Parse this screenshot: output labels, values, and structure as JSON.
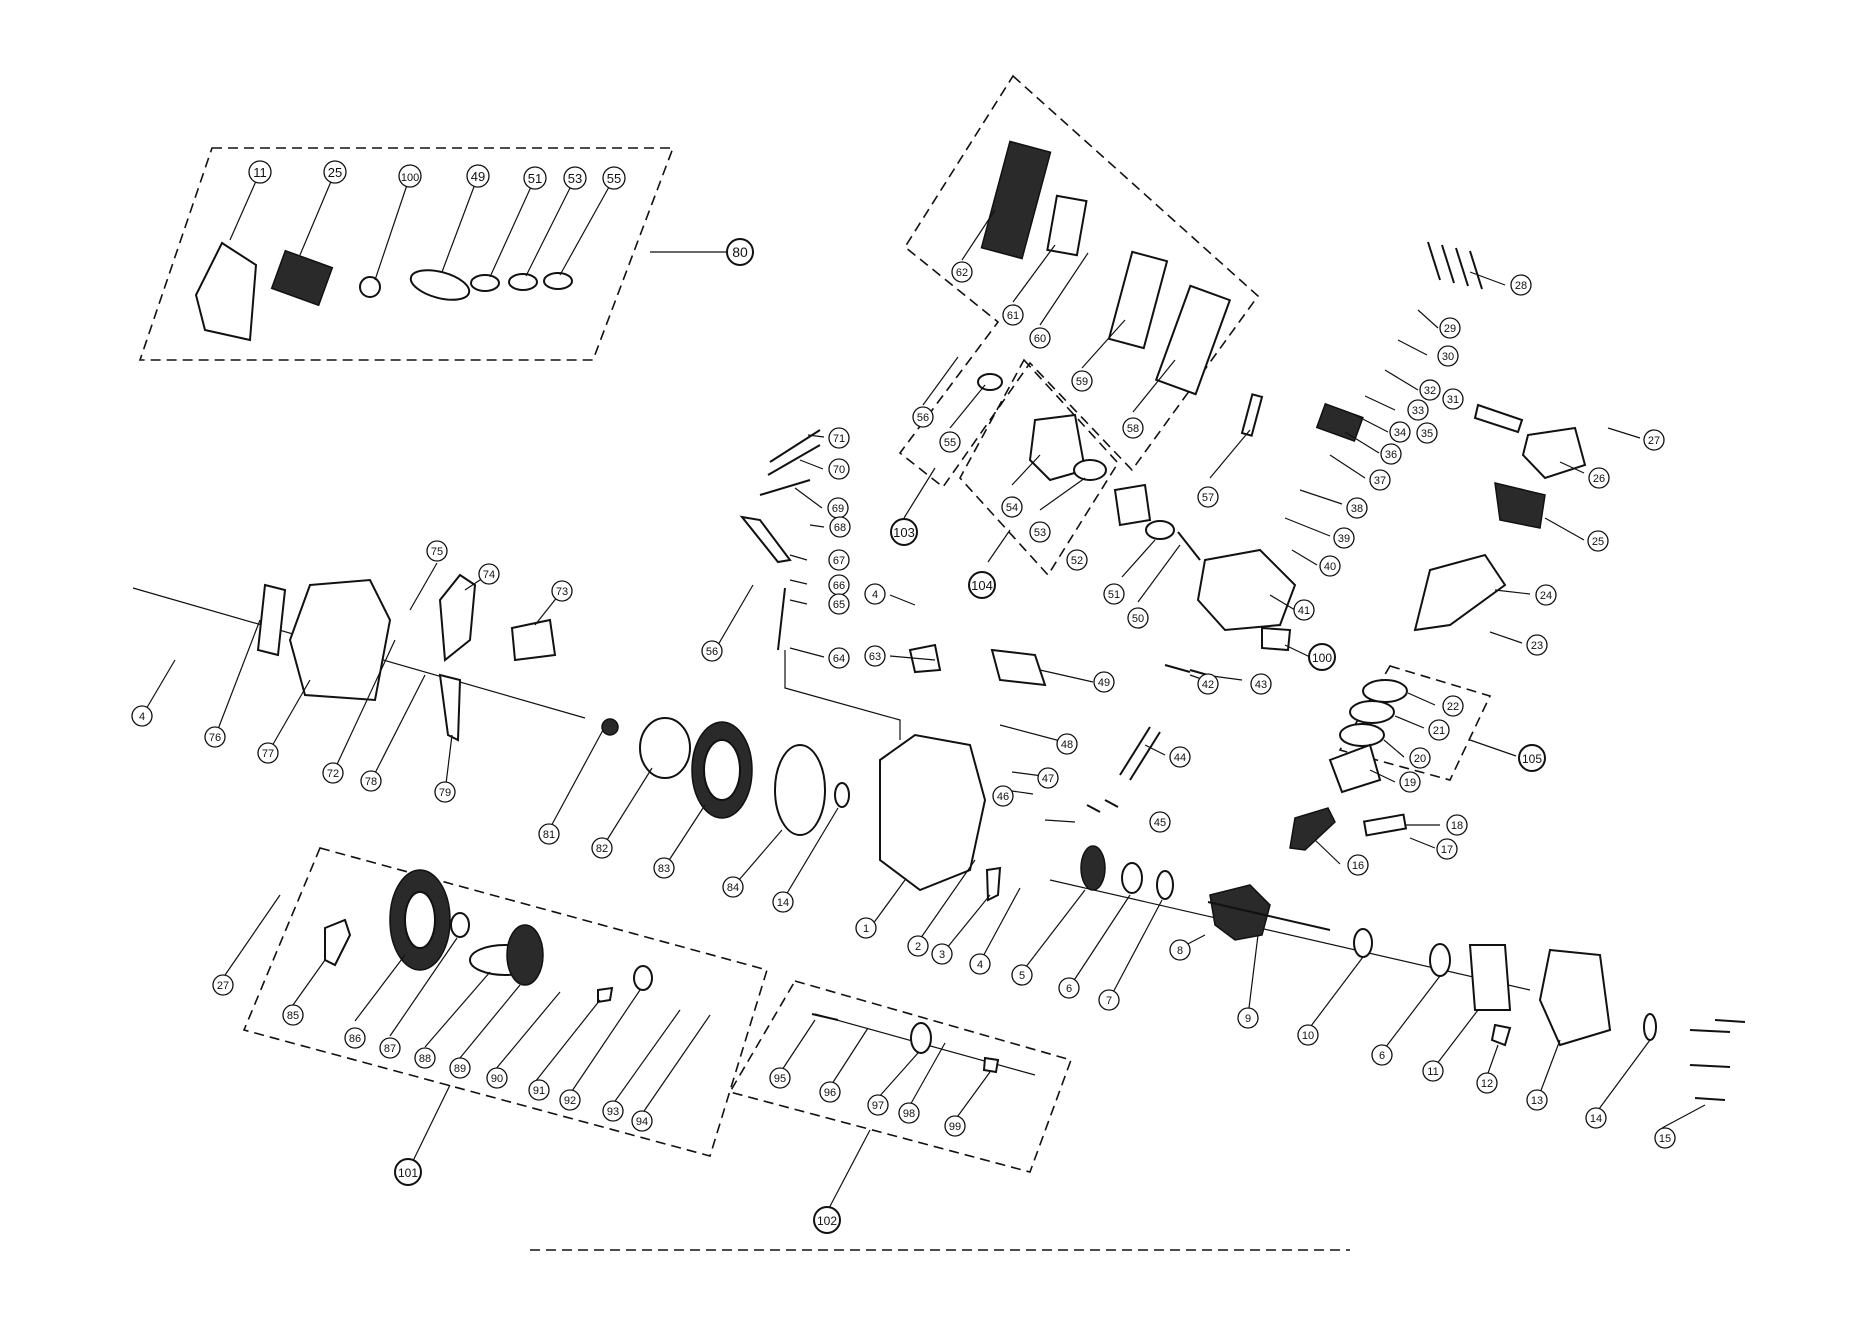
{
  "callouts": [
    {
      "label": "11"
    },
    {
      "label": "25"
    },
    {
      "label": "100"
    },
    {
      "label": "49"
    },
    {
      "label": "51"
    },
    {
      "label": "53"
    },
    {
      "label": "55"
    },
    {
      "label": "80"
    },
    {
      "label": "62"
    },
    {
      "label": "61"
    },
    {
      "label": "60"
    },
    {
      "label": "59"
    },
    {
      "label": "58"
    },
    {
      "label": "56"
    },
    {
      "label": "55"
    },
    {
      "label": "54"
    },
    {
      "label": "53"
    },
    {
      "label": "52"
    },
    {
      "label": "103"
    },
    {
      "label": "104"
    },
    {
      "label": "57"
    },
    {
      "label": "51"
    },
    {
      "label": "50"
    },
    {
      "label": "41"
    },
    {
      "label": "100"
    },
    {
      "label": "28"
    },
    {
      "label": "29"
    },
    {
      "label": "30"
    },
    {
      "label": "32"
    },
    {
      "label": "31"
    },
    {
      "label": "33"
    },
    {
      "label": "34"
    },
    {
      "label": "35"
    },
    {
      "label": "36"
    },
    {
      "label": "37"
    },
    {
      "label": "38"
    },
    {
      "label": "39"
    },
    {
      "label": "40"
    },
    {
      "label": "27"
    },
    {
      "label": "26"
    },
    {
      "label": "25"
    },
    {
      "label": "24"
    },
    {
      "label": "23"
    },
    {
      "label": "22"
    },
    {
      "label": "21"
    },
    {
      "label": "20"
    },
    {
      "label": "19"
    },
    {
      "label": "105"
    },
    {
      "label": "18"
    },
    {
      "label": "17"
    },
    {
      "label": "16"
    },
    {
      "label": "71"
    },
    {
      "label": "70"
    },
    {
      "label": "69"
    },
    {
      "label": "68"
    },
    {
      "label": "67"
    },
    {
      "label": "66"
    },
    {
      "label": "65"
    },
    {
      "label": "64"
    },
    {
      "label": "63"
    },
    {
      "label": "4"
    },
    {
      "label": "56"
    },
    {
      "label": "49"
    },
    {
      "label": "42"
    },
    {
      "label": "43"
    },
    {
      "label": "44"
    },
    {
      "label": "48"
    },
    {
      "label": "47"
    },
    {
      "label": "46"
    },
    {
      "label": "45"
    },
    {
      "label": "75"
    },
    {
      "label": "74"
    },
    {
      "label": "73"
    },
    {
      "label": "76"
    },
    {
      "label": "77"
    },
    {
      "label": "72"
    },
    {
      "label": "78"
    },
    {
      "label": "79"
    },
    {
      "label": "4"
    },
    {
      "label": "81"
    },
    {
      "label": "82"
    },
    {
      "label": "83"
    },
    {
      "label": "84"
    },
    {
      "label": "14"
    },
    {
      "label": "1"
    },
    {
      "label": "2"
    },
    {
      "label": "3"
    },
    {
      "label": "4"
    },
    {
      "label": "5"
    },
    {
      "label": "6"
    },
    {
      "label": "7"
    },
    {
      "label": "8"
    },
    {
      "label": "9"
    },
    {
      "label": "10"
    },
    {
      "label": "6"
    },
    {
      "label": "11"
    },
    {
      "label": "12"
    },
    {
      "label": "13"
    },
    {
      "label": "14"
    },
    {
      "label": "15"
    },
    {
      "label": "27"
    },
    {
      "label": "85"
    },
    {
      "label": "86"
    },
    {
      "label": "87"
    },
    {
      "label": "88"
    },
    {
      "label": "89"
    },
    {
      "label": "90"
    },
    {
      "label": "91"
    },
    {
      "label": "92"
    },
    {
      "label": "93"
    },
    {
      "label": "94"
    },
    {
      "label": "101"
    },
    {
      "label": "95"
    },
    {
      "label": "96"
    },
    {
      "label": "97"
    },
    {
      "label": "98"
    },
    {
      "label": "99"
    },
    {
      "label": "102"
    }
  ]
}
